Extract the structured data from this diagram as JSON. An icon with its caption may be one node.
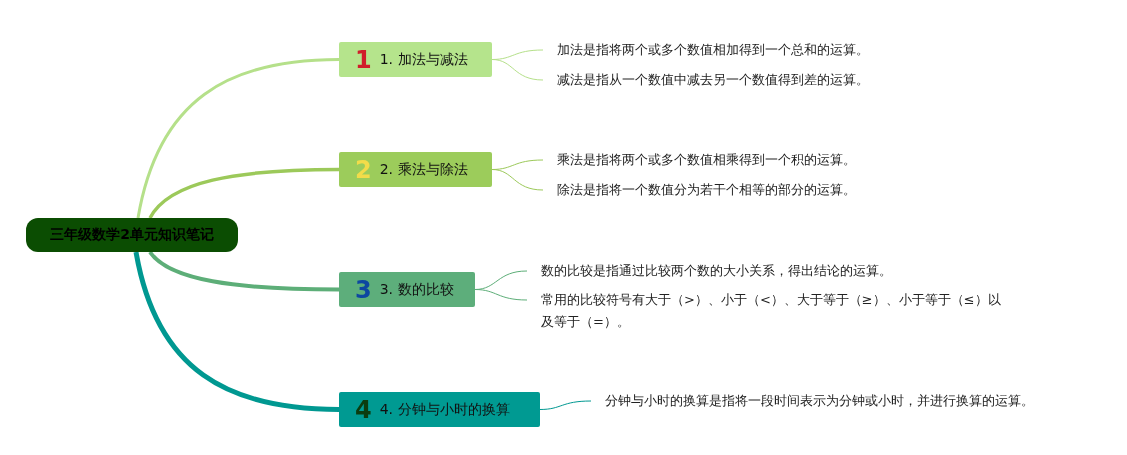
{
  "diagram": {
    "nodes": [
      {
        "text": [
          "三年级数学2单元知识笔记"
        ]
      },
      {
        "text": [
          "1",
          "1. 加法与减法"
        ]
      },
      {
        "text": [
          "2",
          "2. 乘法与除法"
        ]
      },
      {
        "text": [
          "3",
          "3. 数的比较"
        ]
      },
      {
        "text": [
          "4",
          "4. 分钟与小时的换算"
        ]
      },
      {
        "text": [
          "加法是指将两个或多个数值相加得到一个总和的运算。"
        ]
      },
      {
        "text": [
          "减法是指从一个数值中减去另一个数值得到差的运算。"
        ]
      },
      {
        "text": [
          "乘法是指将两个或多个数值相乘得到一个积的运算。"
        ]
      },
      {
        "text": [
          "除法是指将一个数值分为若干个相等的部分的运算。"
        ]
      },
      {
        "text": [
          "数的比较是指通过比较两个数的大小关系，得出结论的运算。"
        ]
      },
      {
        "text": [
          "常用的比较符号有大于（>）、小于（<）、大于等于（≥）、小于等于（≤）以及等于（=）。"
        ]
      },
      {
        "text": [
          "分钟与小时的换算是指将一段时间表示为分钟或小时，并进行换算的运算。"
        ]
      }
    ],
    "edges": [
      {
        "from": 0,
        "to": 1,
        "arrow": "none",
        "style": "thick",
        "color": "#b5e08a"
      },
      {
        "from": 0,
        "to": 2,
        "arrow": "none",
        "style": "thick",
        "color": "#9cc95a"
      },
      {
        "from": 0,
        "to": 3,
        "arrow": "none",
        "style": "thick",
        "color": "#5dae78"
      },
      {
        "from": 0,
        "to": 4,
        "arrow": "none",
        "style": "thick",
        "color": "#009891"
      },
      {
        "from": 1,
        "to": 5,
        "arrow": "none",
        "color": "#b5e08a"
      },
      {
        "from": 1,
        "to": 6,
        "arrow": "none",
        "color": "#b5e08a"
      },
      {
        "from": 2,
        "to": 7,
        "arrow": "none",
        "color": "#9cc95a"
      },
      {
        "from": 2,
        "to": 8,
        "arrow": "none",
        "color": "#9cc95a"
      },
      {
        "from": 3,
        "to": 9,
        "arrow": "none",
        "color": "#5dae78"
      },
      {
        "from": 3,
        "to": 10,
        "arrow": "none",
        "color": "#5dae78"
      },
      {
        "from": 4,
        "to": 11,
        "arrow": "none",
        "color": "#009891"
      }
    ]
  }
}
